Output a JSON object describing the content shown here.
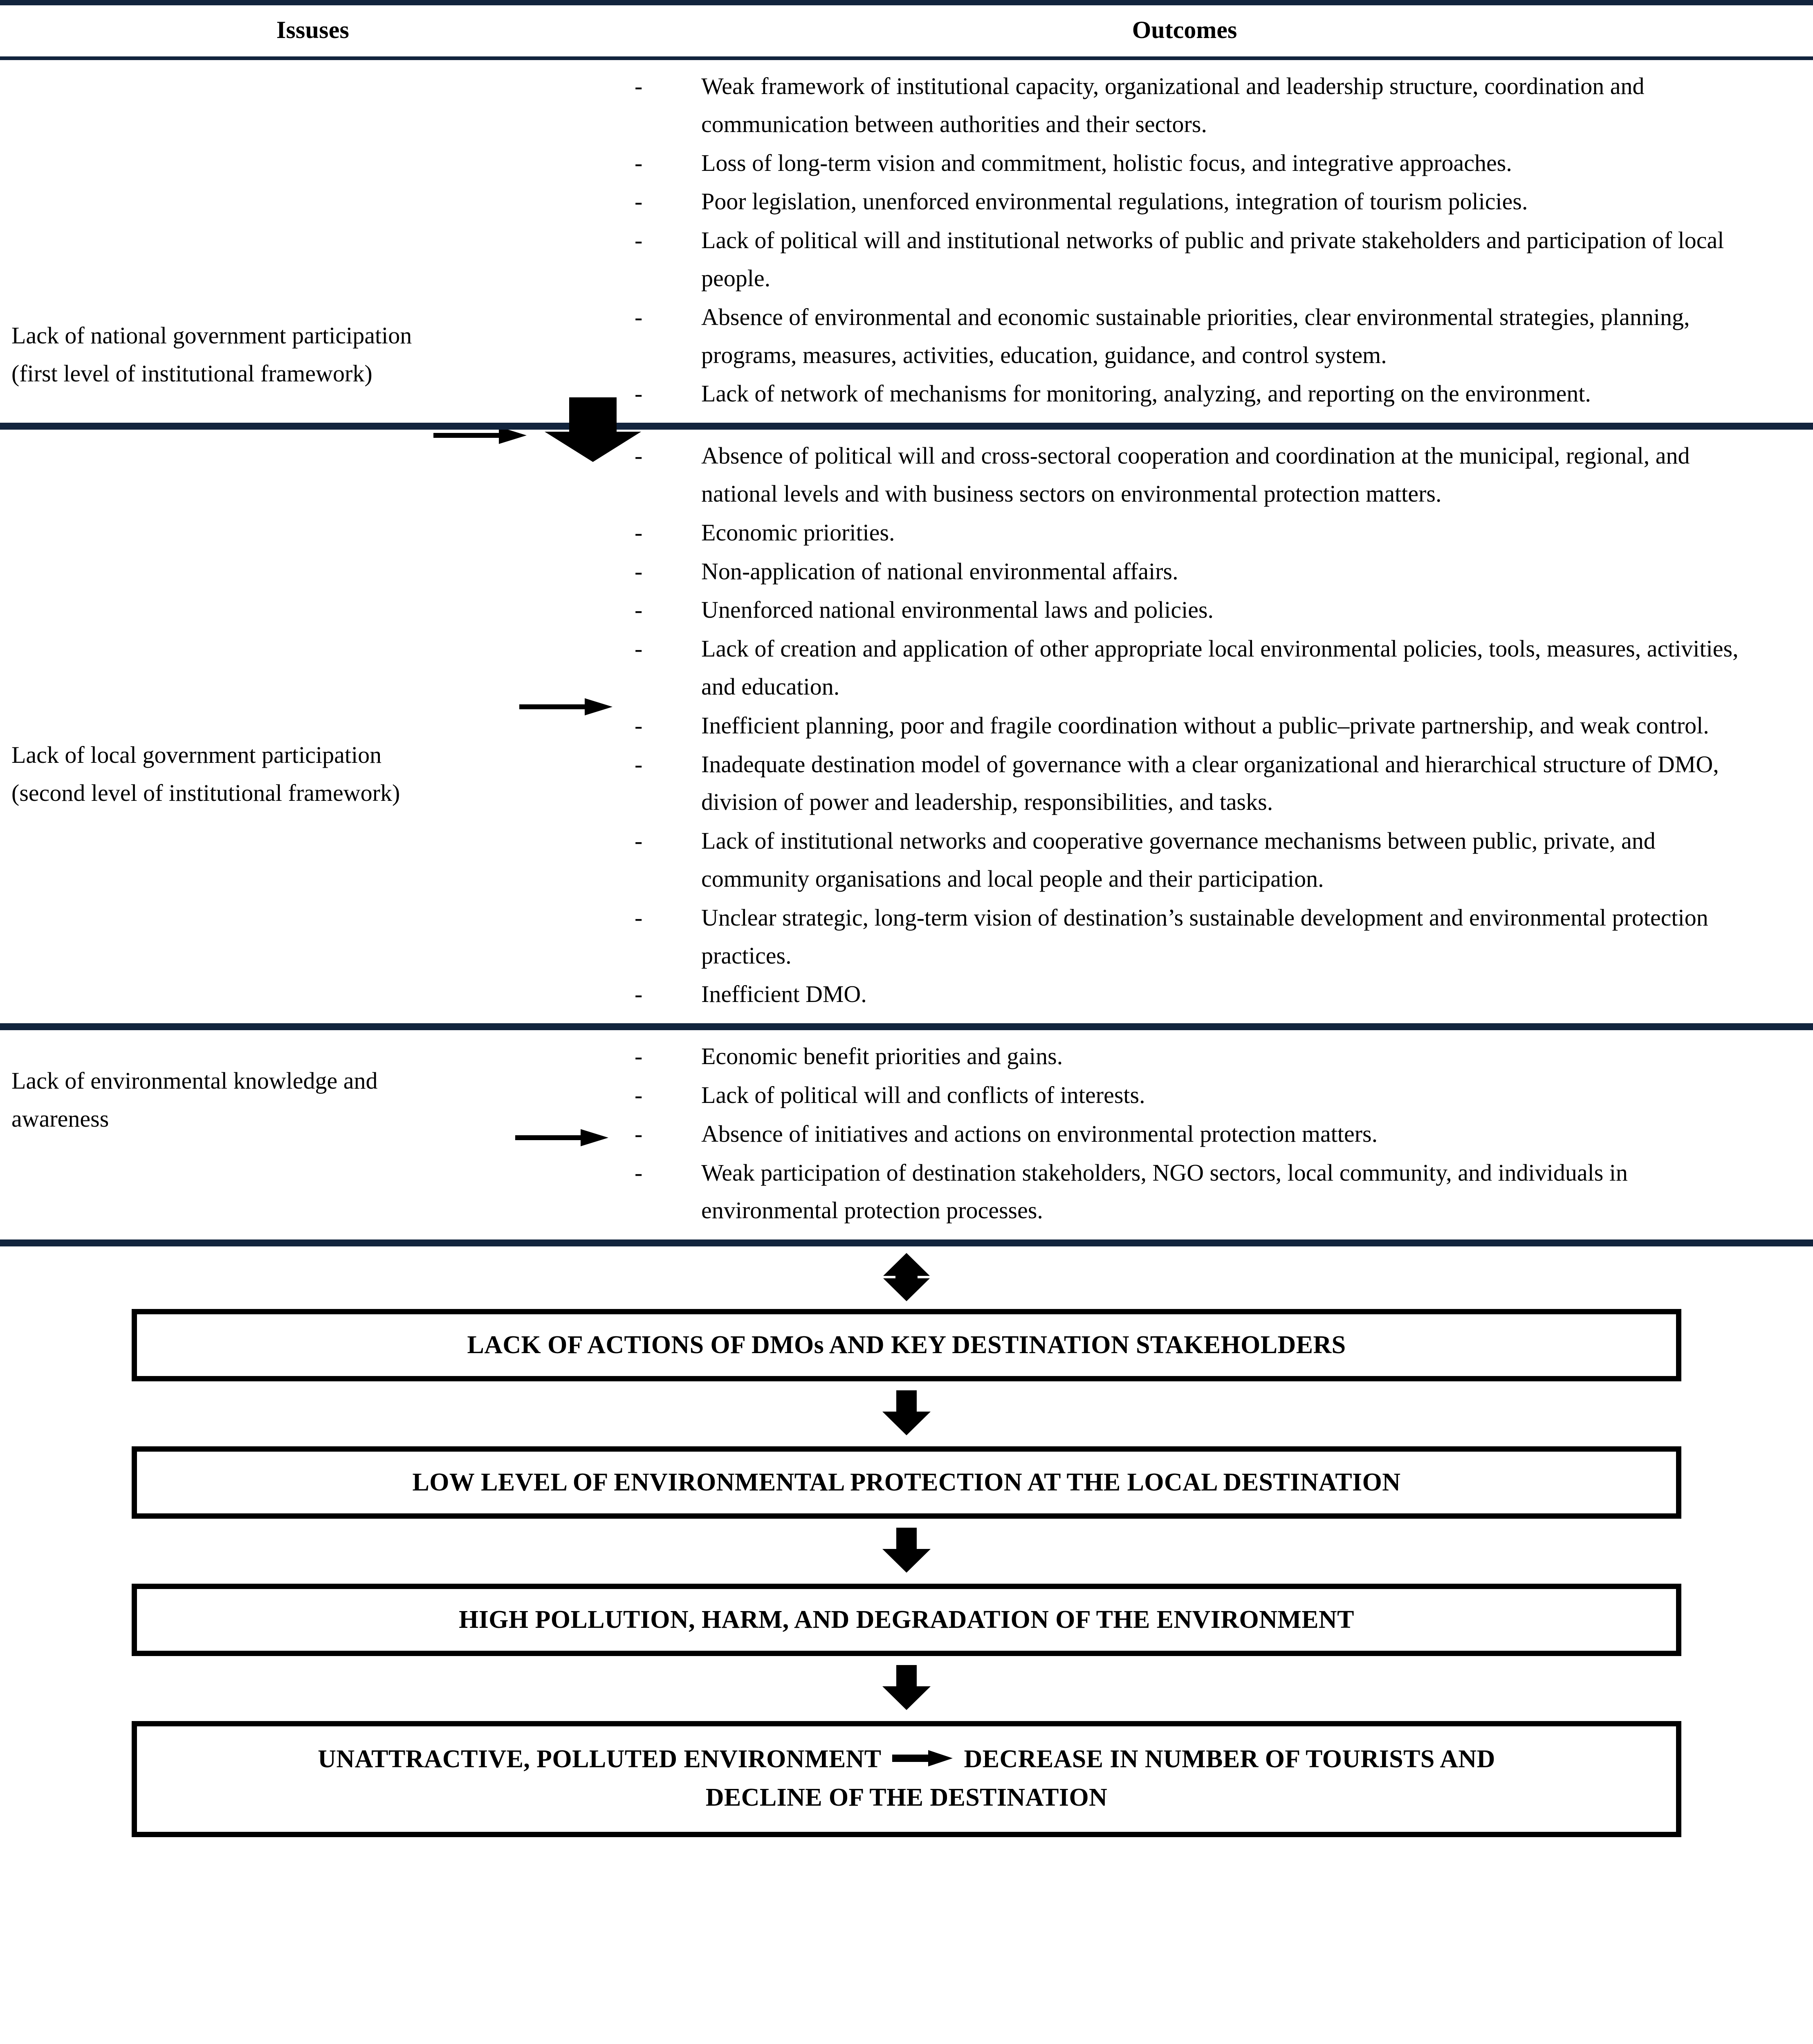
{
  "table": {
    "headers": {
      "issues": "Issuses",
      "outcomes": "Outcomes"
    },
    "sections": [
      {
        "issue_line1": "Lack of national government participation",
        "issue_line2": "(first level of institutional framework)",
        "arrow_icon": "arrow-right-icon",
        "outcomes": [
          "Weak framework of institutional capacity, organizational and leadership structure, coordination and communication between authorities and their sectors.",
          "Loss of long-term vision and commitment, holistic focus, and integrative approaches.",
          "Poor legislation, unenforced environmental regulations, integration of tourism policies.",
          "Lack of political will and institutional networks of public and private stakeholders and participation of local people.",
          "Absence of environmental and economic sustainable priorities, clear environmental strategies, planning, programs, measures, activities, education, guidance, and control system.",
          "Lack of network of mechanisms for monitoring, analyzing, and reporting on the environment."
        ]
      },
      {
        "issue_line1": "Lack of local government participation",
        "issue_line2": "(second level of institutional framework)",
        "arrow_icon": "arrow-right-icon",
        "outcomes": [
          "Absence of political will and cross-sectoral cooperation and coordination at the municipal, regional, and national levels and with business sectors on environmental protection matters.",
          "Economic priorities.",
          "Non-application of national environmental affairs.",
          "Unenforced national environmental laws and policies.",
          "Lack of creation and application of other appropriate local environmental policies, tools, measures, activities, and education.",
          "Inefficient planning, poor and fragile coordination without a public–private partnership, and weak control.",
          "Inadequate destination model of governance with a clear organizational and hierarchical structure of DMO, division of power and leadership, responsibilities, and tasks.",
          "Lack of institutional networks and cooperative governance mechanisms between public, private, and community organisations and local people and their participation.",
          "Unclear strategic, long-term vision of destination’s sustainable development and environmental protection practices.",
          "Inefficient DMO."
        ]
      },
      {
        "issue_line1": "Lack of environmental knowledge and",
        "issue_line2": "awareness",
        "arrow_icon": "arrow-right-icon",
        "outcomes": [
          "Economic benefit priorities and gains.",
          "Lack of political will and conflicts of interests.",
          "Absence of initiatives and actions on environmental protection matters.",
          "Weak participation of destination stakeholders, NGO sectors, local community, and individuals in environmental protection processes."
        ]
      }
    ],
    "bullet_marker": "-"
  },
  "flow": {
    "connector_top_icon": "double-headed-vertical-arrow-icon",
    "connector_icon": "arrow-down-icon",
    "boxes": [
      {
        "text": "LACK OF ACTIONS OF DMOs AND KEY DESTINATION STAKEHOLDERS"
      },
      {
        "text": "LOW LEVEL OF ENVIRONMENTAL PROTECTION AT THE LOCAL DESTINATION"
      },
      {
        "text": "HIGH POLLUTION, HARM, AND DEGRADATION OF THE ENVIRONMENT"
      }
    ],
    "final_box": {
      "left_text": "UNATTRACTIVE, POLLUTED ENVIRONMENT",
      "inline_arrow_icon": "arrow-right-icon",
      "right_text": "DECREASE IN NUMBER OF TOURISTS AND",
      "second_line": "DECLINE OF THE DESTINATION"
    }
  },
  "colors": {
    "rule": "#12243d",
    "box_border": "#000000",
    "text": "#000000",
    "background": "#ffffff"
  }
}
